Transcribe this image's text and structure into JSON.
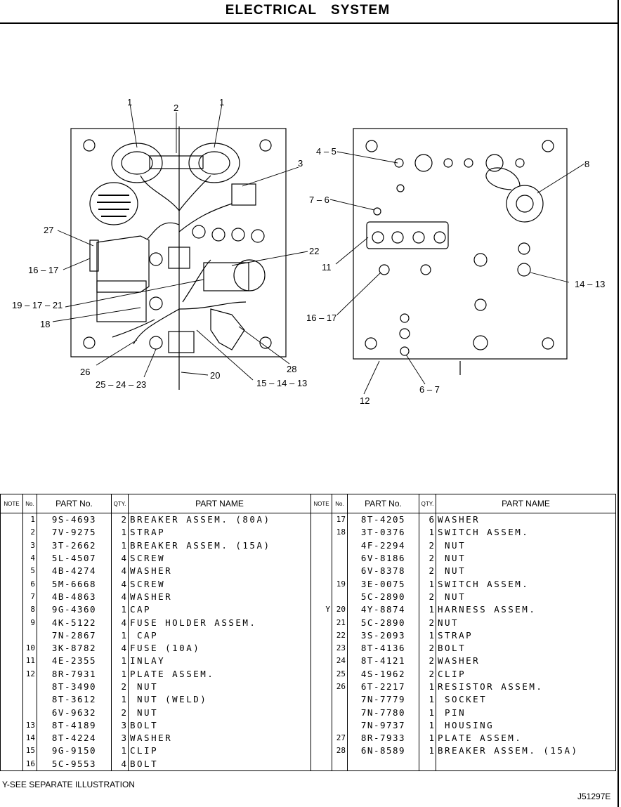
{
  "header": {
    "title": "ELECTRICAL SYSTEM"
  },
  "callouts": {
    "c1a": "1",
    "c2": "2",
    "c1b": "1",
    "c3": "3",
    "c27": "27",
    "c16_17a": "16 – 17",
    "c19_17_21": "19 – 17 – 21",
    "c18": "18",
    "c22": "22",
    "c26": "26",
    "c25_24_23": "25 – 24 – 23",
    "c20": "20",
    "c15_14_13": "15 – 14 – 13",
    "c28": "28",
    "c4_5": "4 – 5",
    "c7_6": "7 – 6",
    "c8": "8",
    "c11": "11",
    "c16_17b": "16 – 17",
    "c14_13": "14 – 13",
    "c12": "12",
    "c6_7": "6 – 7"
  },
  "table": {
    "headers": {
      "note": "NOTE",
      "no": "No.",
      "part_no": "PART No.",
      "qty": "QTY.",
      "part_name": "PART NAME"
    },
    "left": [
      {
        "note": "",
        "no": "1",
        "part": "9S-4693",
        "qty": "2",
        "name": "BREAKER ASSEM. (80A)"
      },
      {
        "note": "",
        "no": "2",
        "part": "7V-9275",
        "qty": "1",
        "name": "STRAP"
      },
      {
        "note": "",
        "no": "3",
        "part": "3T-2662",
        "qty": "1",
        "name": "BREAKER ASSEM. (15A)"
      },
      {
        "note": "",
        "no": "4",
        "part": "5L-4507",
        "qty": "4",
        "name": "SCREW"
      },
      {
        "note": "",
        "no": "5",
        "part": "4B-4274",
        "qty": "4",
        "name": "WASHER"
      },
      {
        "note": "",
        "no": "6",
        "part": "5M-6668",
        "qty": "4",
        "name": "SCREW"
      },
      {
        "note": "",
        "no": "7",
        "part": "4B-4863",
        "qty": "4",
        "name": "WASHER"
      },
      {
        "note": "",
        "no": "8",
        "part": "9G-4360",
        "qty": "1",
        "name": "CAP"
      },
      {
        "note": "",
        "no": "9",
        "part": "4K-5122",
        "qty": "4",
        "name": "FUSE HOLDER ASSEM."
      },
      {
        "note": "",
        "no": "",
        "part": "7N-2867",
        "qty": "1",
        "name": " CAP"
      },
      {
        "note": "",
        "no": "10",
        "part": "3K-8782",
        "qty": "4",
        "name": "FUSE (10A)"
      },
      {
        "note": "",
        "no": "11",
        "part": "4E-2355",
        "qty": "1",
        "name": "INLAY"
      },
      {
        "note": "",
        "no": "12",
        "part": "8R-7931",
        "qty": "1",
        "name": "PLATE ASSEM."
      },
      {
        "note": "",
        "no": "",
        "part": "8T-3490",
        "qty": "2",
        "name": " NUT"
      },
      {
        "note": "",
        "no": "",
        "part": "8T-3612",
        "qty": "1",
        "name": " NUT (WELD)"
      },
      {
        "note": "",
        "no": "",
        "part": "6V-9632",
        "qty": "2",
        "name": " NUT"
      },
      {
        "note": "",
        "no": "13",
        "part": "8T-4189",
        "qty": "3",
        "name": "BOLT"
      },
      {
        "note": "",
        "no": "14",
        "part": "8T-4224",
        "qty": "3",
        "name": "WASHER"
      },
      {
        "note": "",
        "no": "15",
        "part": "9G-9150",
        "qty": "1",
        "name": "CLIP"
      },
      {
        "note": "",
        "no": "16",
        "part": "5C-9553",
        "qty": "4",
        "name": "BOLT"
      }
    ],
    "right": [
      {
        "note": "",
        "no": "17",
        "part": "8T-4205",
        "qty": "6",
        "name": "WASHER"
      },
      {
        "note": "",
        "no": "18",
        "part": "3T-0376",
        "qty": "1",
        "name": "SWITCH ASSEM."
      },
      {
        "note": "",
        "no": "",
        "part": "4F-2294",
        "qty": "2",
        "name": " NUT"
      },
      {
        "note": "",
        "no": "",
        "part": "6V-8186",
        "qty": "2",
        "name": " NUT"
      },
      {
        "note": "",
        "no": "",
        "part": "6V-8378",
        "qty": "2",
        "name": " NUT"
      },
      {
        "note": "",
        "no": "19",
        "part": "3E-0075",
        "qty": "1",
        "name": "SWITCH ASSEM."
      },
      {
        "note": "",
        "no": "",
        "part": "5C-2890",
        "qty": "2",
        "name": " NUT"
      },
      {
        "note": "Y",
        "no": "20",
        "part": "4Y-8874",
        "qty": "1",
        "name": "HARNESS ASSEM."
      },
      {
        "note": "",
        "no": "21",
        "part": "5C-2890",
        "qty": "2",
        "name": "NUT"
      },
      {
        "note": "",
        "no": "22",
        "part": "3S-2093",
        "qty": "1",
        "name": "STRAP"
      },
      {
        "note": "",
        "no": "23",
        "part": "8T-4136",
        "qty": "2",
        "name": "BOLT"
      },
      {
        "note": "",
        "no": "24",
        "part": "8T-4121",
        "qty": "2",
        "name": "WASHER"
      },
      {
        "note": "",
        "no": "25",
        "part": "4S-1962",
        "qty": "2",
        "name": "CLIP"
      },
      {
        "note": "",
        "no": "26",
        "part": "6T-2217",
        "qty": "1",
        "name": "RESISTOR ASSEM."
      },
      {
        "note": "",
        "no": "",
        "part": "7N-7779",
        "qty": "1",
        "name": " SOCKET"
      },
      {
        "note": "",
        "no": "",
        "part": "7N-7780",
        "qty": "1",
        "name": " PIN"
      },
      {
        "note": "",
        "no": "",
        "part": "7N-9737",
        "qty": "1",
        "name": " HOUSING"
      },
      {
        "note": "",
        "no": "27",
        "part": "8R-7933",
        "qty": "1",
        "name": "PLATE ASSEM."
      },
      {
        "note": "",
        "no": "28",
        "part": "6N-8589",
        "qty": "1",
        "name": "BREAKER ASSEM. (15A)"
      },
      {
        "note": "",
        "no": "",
        "part": "",
        "qty": "",
        "name": ""
      }
    ]
  },
  "footer": {
    "note": "Y-SEE SEPARATE ILLUSTRATION",
    "figure_id": "J51297E"
  }
}
